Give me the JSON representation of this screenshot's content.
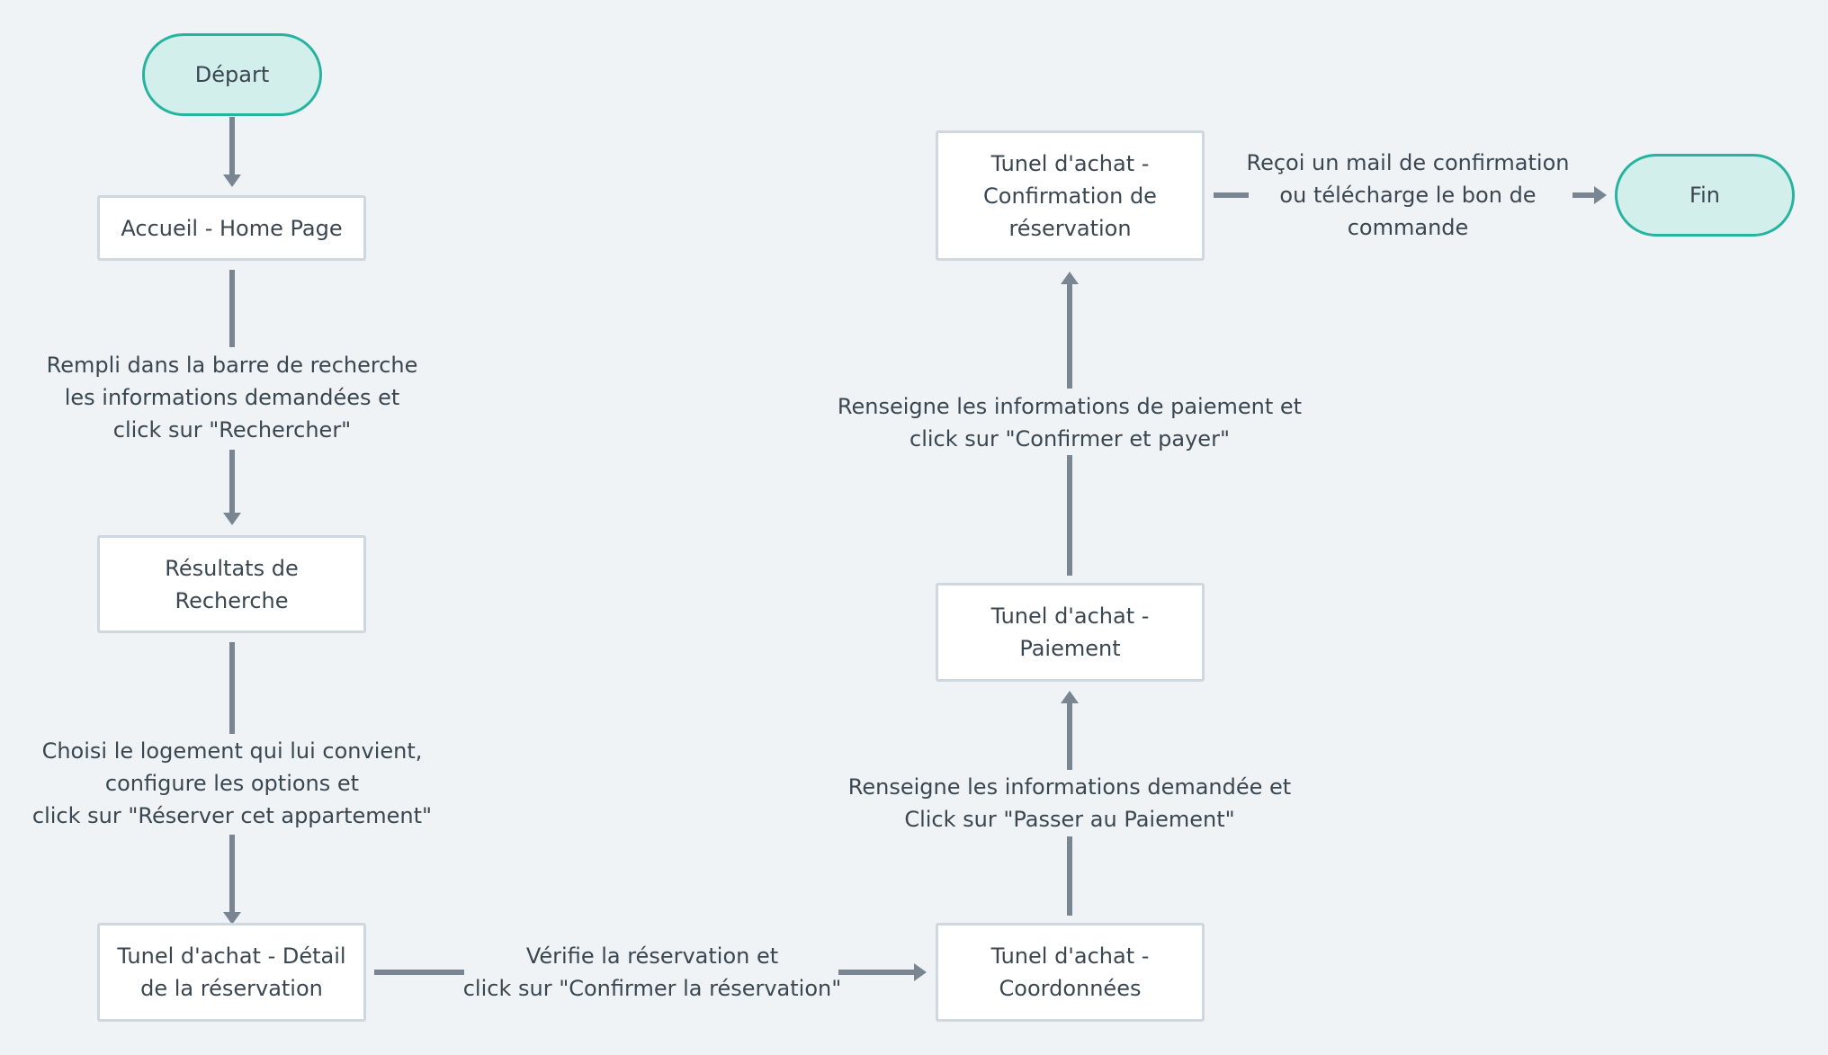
{
  "nodes": {
    "start": "Départ",
    "home": "Accueil - Home Page",
    "results": "Résultats de\nRecherche",
    "detail": "Tunel d'achat - Détail\nde la réservation",
    "coords": "Tunel d'achat -\nCoordonnées",
    "payment": "Tunel d'achat -\nPaiement",
    "confirmation": "Tunel d'achat -\nConfirmation de\nréservation",
    "end": "Fin"
  },
  "edge_labels": {
    "search": "Rempli dans la barre de recherche\nles informations demandées et\nclick sur \"Rechercher\"",
    "choose": "Choisi le logement qui lui convient,\nconfigure les options et\nclick sur \"Réserver cet appartement\"",
    "verify": "Vérifie la réservation et\nclick sur \"Confirmer la réservation\"",
    "coords_info": "Renseigne les informations demandée et\nClick sur \"Passer au Paiement\"",
    "pay_info": "Renseigne les informations de paiement et\nclick sur \"Confirmer et payer\"",
    "mail": "Reçoi un mail de confirmation\nou télécharge le bon de\ncommande"
  },
  "colors": {
    "background": "#eff3f6",
    "terminal_fill": "#d3efec",
    "terminal_stroke": "#26b3a0",
    "box_stroke": "#cfd7df",
    "connector": "#798692",
    "text": "#3b4750"
  }
}
